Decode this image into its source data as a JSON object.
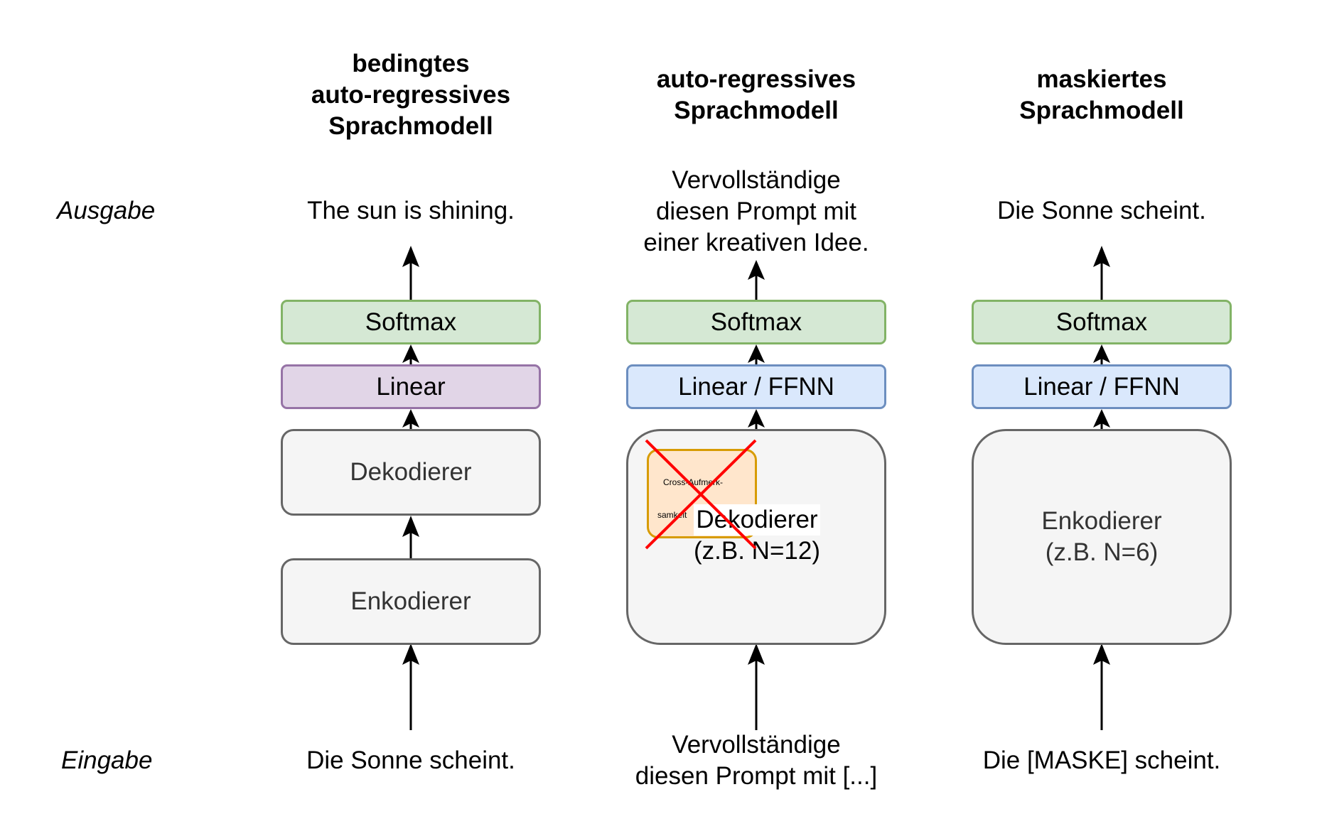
{
  "columns": [
    {
      "title": [
        "bedingtes",
        "auto-regressives",
        "Sprachmodell"
      ],
      "output": [
        "The sun is shining."
      ],
      "softmax": "Softmax",
      "linear": "Linear",
      "decoder": "Dekodierer",
      "encoder": "Enkodierer",
      "input": [
        "Die Sonne scheint."
      ]
    },
    {
      "title": [
        "auto-regressives",
        "Sprachmodell"
      ],
      "output": [
        "Vervollständige",
        "diesen Prompt mit",
        "einer kreativen Idee."
      ],
      "softmax": "Softmax",
      "linear": "Linear / FFNN",
      "decoder": [
        "Dekodierer",
        "(z.B. N=12)"
      ],
      "cross_attention": [
        "Cross-Aufmerk-",
        "samkeit"
      ],
      "input": [
        "Vervollständige",
        "diesen Prompt mit [...]"
      ]
    },
    {
      "title": [
        "maskiertes",
        "Sprachmodell"
      ],
      "output": [
        "Die Sonne scheint."
      ],
      "softmax": "Softmax",
      "linear": "Linear / FFNN",
      "encoder": [
        "Enkodierer",
        "(z.B. N=6)"
      ],
      "input": [
        "Die [MASKE] scheint."
      ]
    }
  ],
  "row_labels": {
    "output": "Ausgabe",
    "input": "Eingabe"
  },
  "colors": {
    "green_fill": "#d5e8d4",
    "green_stroke": "#82b366",
    "purple_fill": "#e1d5e7",
    "purple_stroke": "#9673a6",
    "blue_fill": "#dae8fc",
    "blue_stroke": "#6c8ebf",
    "gray_fill": "#f5f5f5",
    "gray_stroke": "#666666",
    "orange_fill": "#ffe6cc",
    "orange_stroke": "#d79b00",
    "cross_red": "#ff0000"
  }
}
